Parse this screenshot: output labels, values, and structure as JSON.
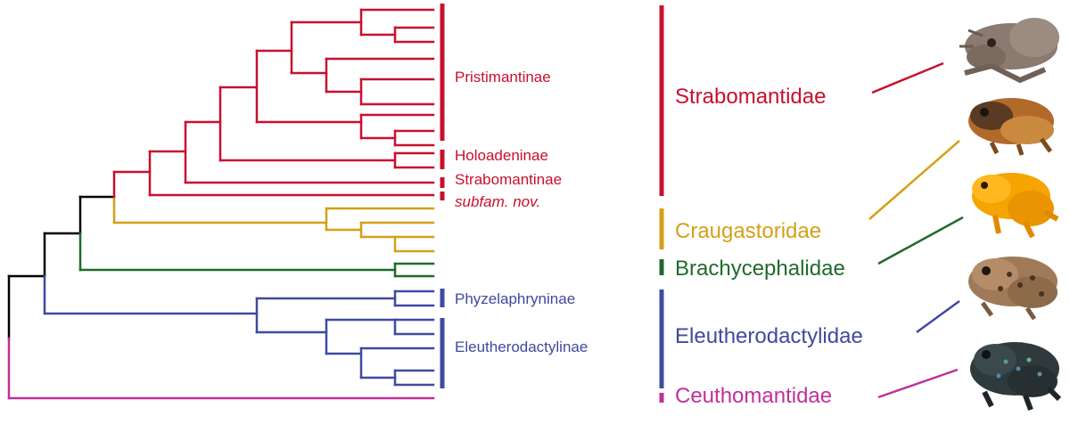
{
  "colors": {
    "strabomantidae": "#c8102e",
    "craugastoridae": "#d4a017",
    "brachycephalidae": "#1f6b2a",
    "eleutherodactylidae": "#3f4aa0",
    "ceuthomantidae": "#c0309a",
    "root": "#000000"
  },
  "subfamilies": {
    "pristimantinae": "Pristimantinae",
    "holoadeninae": "Holoadeninae",
    "strabomantinae": "Strabomantinae",
    "subfam_nov": "subfam. nov.",
    "phyzelaphryninae": "Phyzelaphryninae",
    "eleutherodactylinae": "Eleutherodactylinae"
  },
  "families": {
    "strabomantidae": "Strabomantidae",
    "craugastoridae": "Craugastoridae",
    "brachycephalidae": "Brachycephalidae",
    "eleutherodactylidae": "Eleutherodactylidae",
    "ceuthomantidae": "Ceuthomantidae"
  },
  "photos": [
    {
      "name": "frog-photo-strabomantidae",
      "icon": "brown-frog-icon"
    },
    {
      "name": "frog-photo-craugastoridae",
      "icon": "orange-brown-frog-icon"
    },
    {
      "name": "frog-photo-brachycephalidae",
      "icon": "orange-frog-icon"
    },
    {
      "name": "frog-photo-eleutherodactylidae",
      "icon": "spotted-frog-icon"
    },
    {
      "name": "frog-photo-ceuthomantidae",
      "icon": "dark-frog-icon"
    }
  ]
}
